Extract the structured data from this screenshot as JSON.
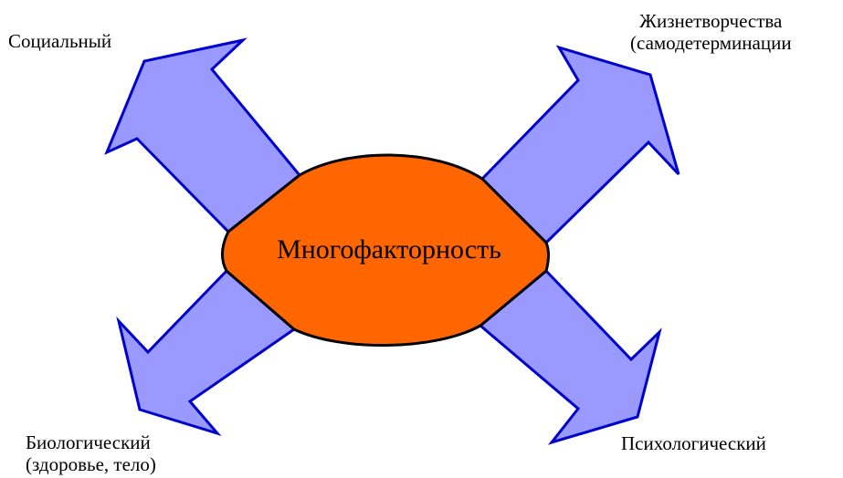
{
  "colors": {
    "arrow_fill": "#9999FF",
    "arrow_stroke": "#0000CC",
    "center_fill": "#FF6600",
    "center_stroke": "#000000",
    "text": "#000000"
  },
  "center": {
    "label": "Многофакторность"
  },
  "factors": {
    "social": {
      "label": "Социальный"
    },
    "life_creation": {
      "line1": "Жизнетворчества",
      "line2": "(самодетерминации"
    },
    "biological": {
      "line1": "Биологический",
      "line2": "(здоровье, тело)"
    },
    "psychological": {
      "label": "Психологический"
    }
  }
}
